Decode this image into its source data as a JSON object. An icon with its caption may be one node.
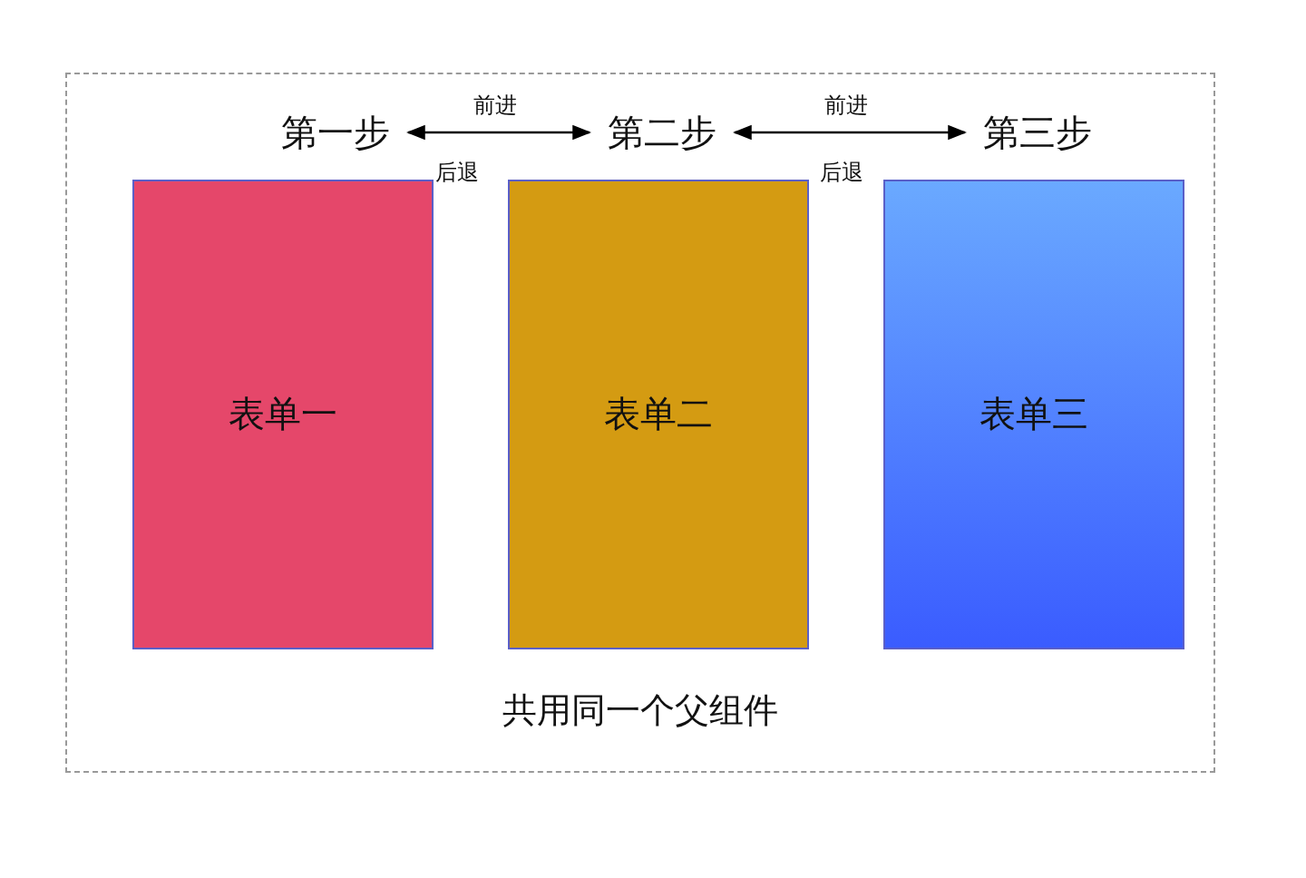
{
  "diagram": {
    "nodes": [
      {
        "text": [
          "共用同一个父组件"
        ]
      },
      {
        "text": [
          "第一步"
        ],
        "in": 0
      },
      {
        "text": [
          "第二步"
        ],
        "in": 0
      },
      {
        "text": [
          "第三步"
        ],
        "in": 0
      },
      {
        "text": [
          "表单一"
        ],
        "in": 0
      },
      {
        "text": [
          "表单二"
        ],
        "in": 0
      },
      {
        "text": [
          "表单三"
        ],
        "in": 0
      }
    ],
    "edges": [
      {
        "from": 1,
        "to": 2,
        "arrow": "both",
        "label": "前进"
      },
      {
        "from": 2,
        "to": 3,
        "arrow": "both",
        "label": "前进"
      }
    ],
    "labels": [
      "后退",
      "后退"
    ]
  }
}
